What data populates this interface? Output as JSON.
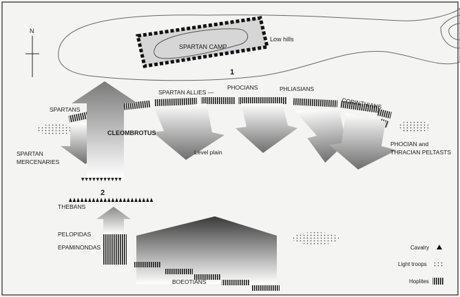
{
  "map": {
    "compass_letter": "N",
    "camp_label": "SPARTAN CAMP",
    "hills_label": "Low hills",
    "phase_1": "1",
    "phase_2": "2",
    "units": {
      "spartans": "SPARTANS",
      "spartan_allies": "SPARTAN ALLIES —",
      "phocians": "PHOCIANS",
      "phliasians": "PHLIASIANS",
      "corinthians": "CORINTHIANS",
      "cleombrotus": "CLEOMBROTUS",
      "spartan_mercenaries_1": "SPARTAN",
      "spartan_mercenaries_2": "MERCENARIES",
      "phocian_peltasts_1": "PHOCIAN and",
      "phocian_peltasts_2": "THRACIAN PELTASTS",
      "thebans": "THEBANS",
      "pelopidas": "PELOPIDAS",
      "epaminondas": "EPAMINONDAS",
      "boeotians": "BOEOTIANS"
    },
    "terrain": {
      "level_plain": "Level plain"
    }
  },
  "legend": {
    "items": [
      {
        "label": "Cavalry",
        "icon": "triangle-icon"
      },
      {
        "label": "Light troops",
        "icon": "dots-icon"
      },
      {
        "label": "Hoplites",
        "icon": "bars-icon"
      }
    ]
  },
  "colors": {
    "ink": "#1a1a1a",
    "paper": "#f4f4f2",
    "arrow_dark": "#6b6b6b",
    "arrow_light": "#ffffff"
  }
}
